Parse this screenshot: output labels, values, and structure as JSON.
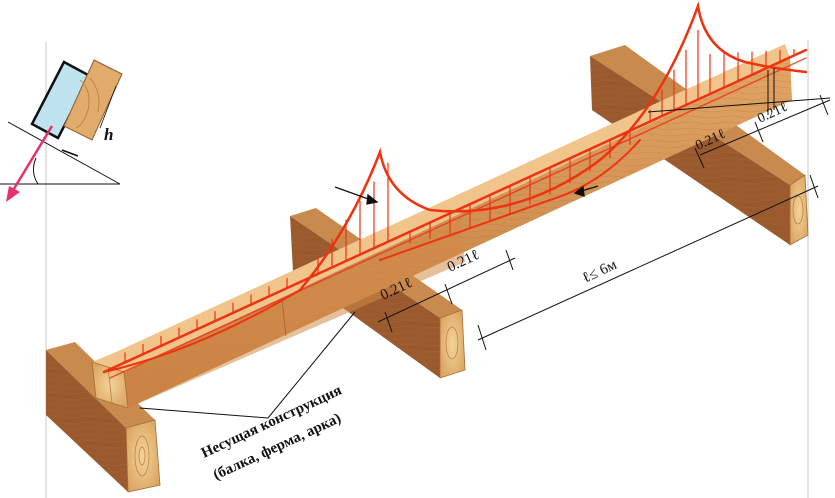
{
  "labels": {
    "section_h": "h",
    "dim_021": "0.21ℓ",
    "span": "ℓ≤ 6м",
    "caption_line1": "Несущая конструкция",
    "caption_line2": "(балка, ферма, арка)"
  },
  "colors": {
    "timber_light": "#d9a064",
    "timber_mid": "#b8733b",
    "timber_dark": "#8a4a26",
    "purlin_top": "#f0c48a",
    "moment_red": "#ee3311",
    "arrow_pink": "#e8306a",
    "glass_blue": "#bfe3ee",
    "guide_line": "#c8c8c8"
  },
  "icons": {
    "load_arrow": "arrow-down-left-icon",
    "timber_section": "timber-section-icon"
  }
}
